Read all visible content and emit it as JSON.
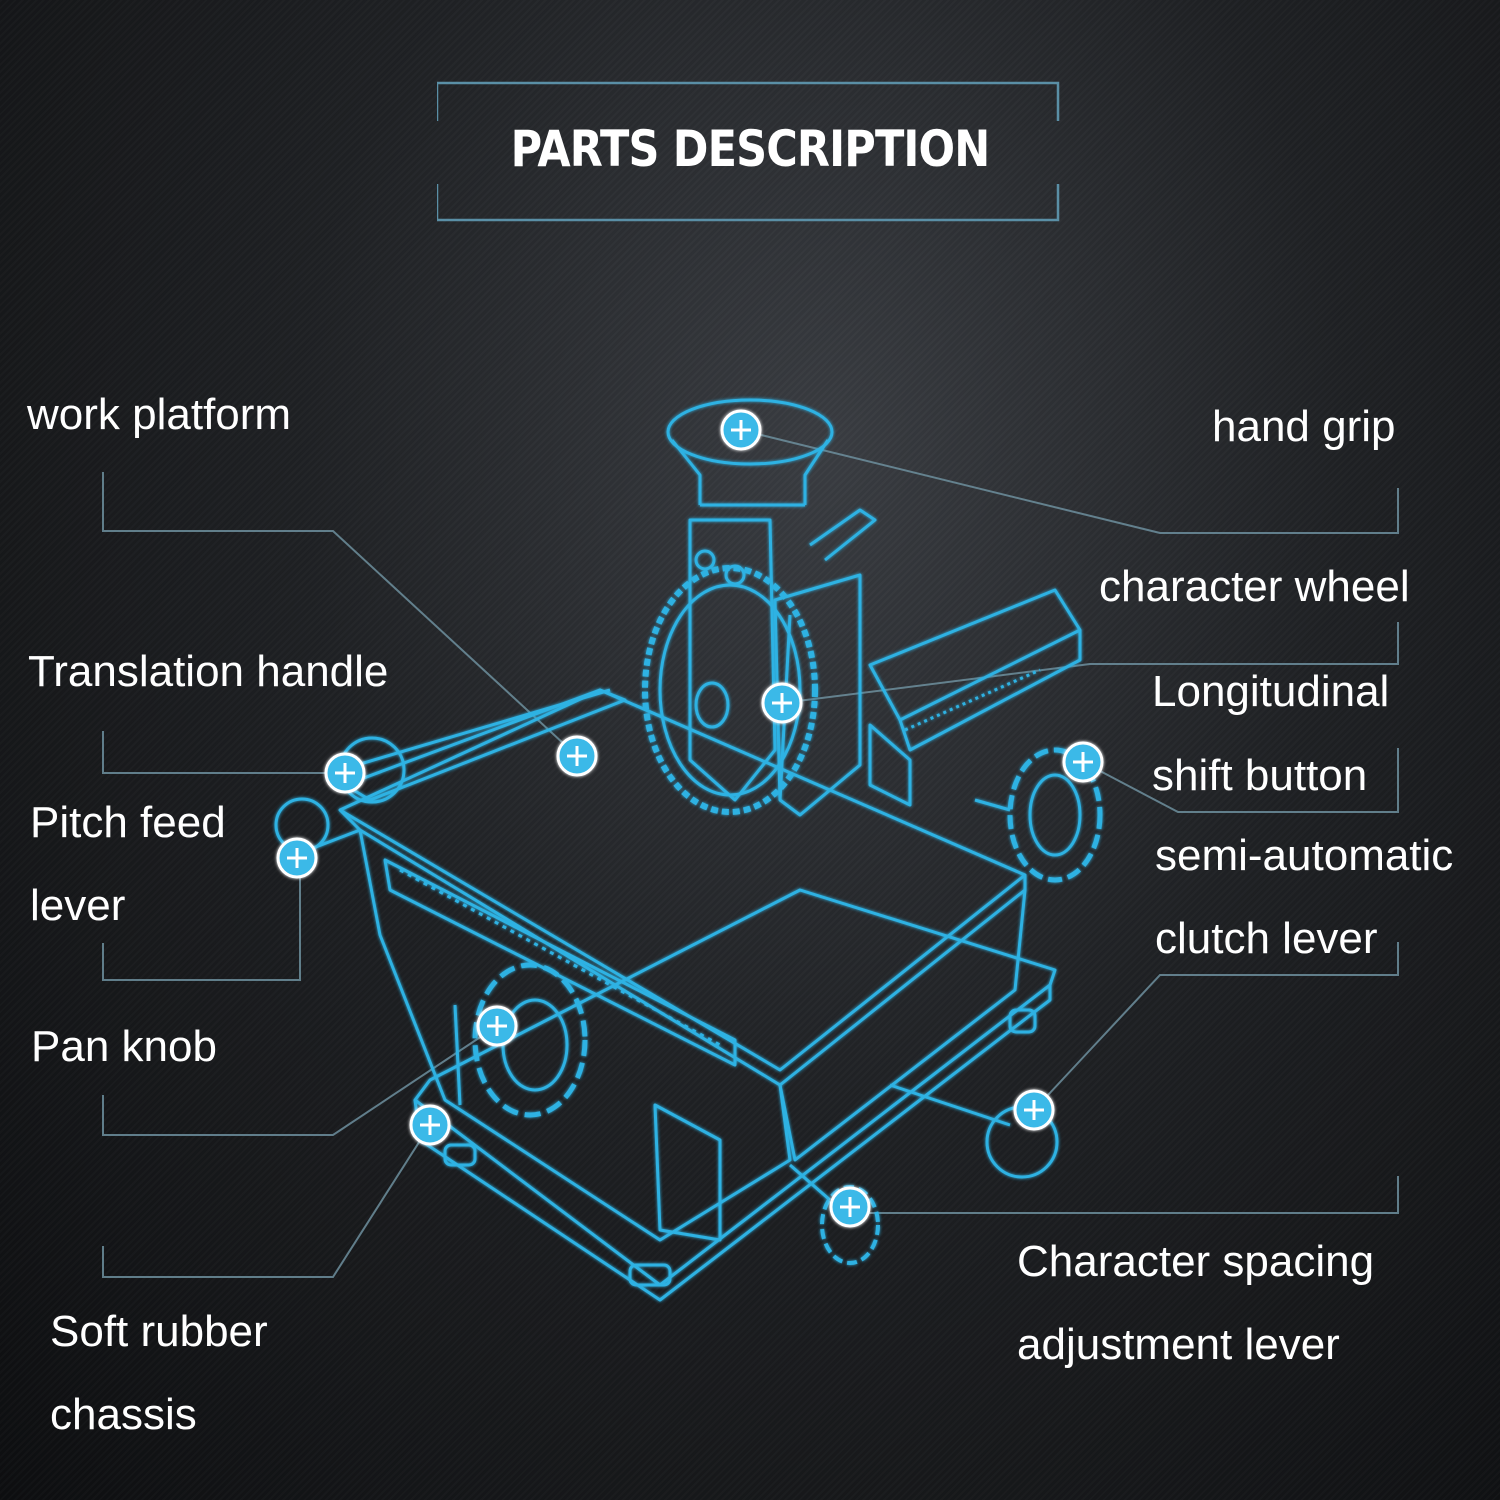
{
  "title": "PARTS DESCRIPTION",
  "colors": {
    "accent": "#3ab9e8",
    "line": "#5a8fa6",
    "text": "#ffffff"
  },
  "labels": {
    "work_platform": "work platform",
    "hand_grip": "hand grip",
    "character_wheel": "character wheel",
    "translation_handle": "Translation handle",
    "longitudinal_line1": "Longitudinal",
    "longitudinal_line2": "shift button",
    "pitch_feed_line1": "Pitch feed",
    "pitch_feed_line2": "lever",
    "semi_auto_line1": "semi-automatic",
    "semi_auto_line2": "clutch lever",
    "pan_knob": "Pan knob",
    "character_spacing_line1": "Character spacing",
    "character_spacing_line2": "adjustment lever",
    "soft_rubber_line1": "Soft rubber",
    "soft_rubber_line2": "chassis"
  }
}
